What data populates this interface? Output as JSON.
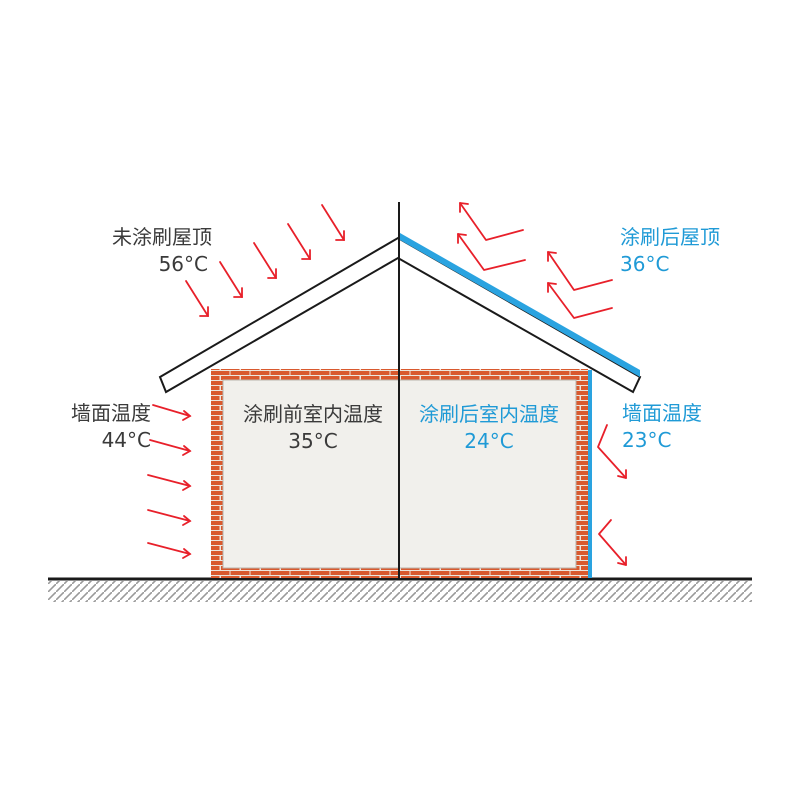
{
  "labels": {
    "roof_uncoated": {
      "title": "未涂刷屋顶",
      "temp": "56°C"
    },
    "roof_coated": {
      "title": "涂刷后屋顶",
      "temp": "36°C"
    },
    "wall_uncoated": {
      "title": "墙面温度",
      "temp": "44°C"
    },
    "wall_coated": {
      "title": "墙面温度",
      "temp": "23°C"
    },
    "indoor_uncoated": {
      "title": "涂刷前室内温度",
      "temp": "35°C"
    },
    "indoor_coated": {
      "title": "涂刷后室内温度",
      "temp": "24°C"
    }
  },
  "colors": {
    "heat_arrow": "#e8202a",
    "coating": "#2aa3e0",
    "brick": "#d9592e",
    "mortar": "#ece6de",
    "interior": "#f1f0ec",
    "outline": "#1a1a1a",
    "label_dark": "#3a3a3a",
    "label_blue": "#1f9ad6"
  },
  "icons": {
    "incoming_heat": "arrow-down-right-icon",
    "reflected_heat": "arrow-reflect-icon"
  }
}
